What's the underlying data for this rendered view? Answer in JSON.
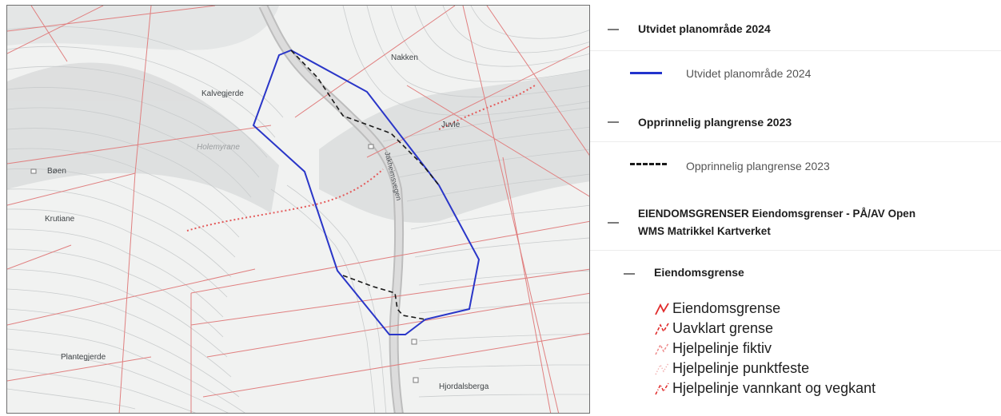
{
  "map": {
    "places": {
      "nakken": "Nakken",
      "kalvegjerde": "Kalvegjerde",
      "juvle": "Juvle",
      "holemyrane": "Holemyrane",
      "boen": "Bøen",
      "krutiane": "Krutiane",
      "plantegjerde": "Plantegjerde",
      "hjordalsberga": "Hjordalsberga"
    },
    "road_label": "Jakheimsvegen",
    "colors": {
      "background": "#f1f2f1",
      "property_lines": "#e48a8a",
      "contours": "#cfd1d2",
      "road": "#c8c8c8",
      "plan_2024": "#2a36c8",
      "plan_2023": "#1a1a1a",
      "hillshade": "#d9dbdb"
    }
  },
  "legend": {
    "group_2024": "Utvidet planområde 2024",
    "item_2024": "Utvidet planområde 2024",
    "group_2023": "Opprinnelig plangrense 2023",
    "item_2023": "Opprinnelig plangrense 2023",
    "group_eiendom_line1": "EIENDOMSGRENSER Eiendomsgrenser - PÅ/AV Open",
    "group_eiendom_line2": "WMS Matrikkel Kartverket",
    "subgroup": "Eiendomsgrense",
    "categories": [
      "Eiendomsgrense",
      "Uavklart grense",
      "Hjelpelinje fiktiv",
      "Hjelpelinje punktfeste",
      "Hjelpelinje vannkant og vegkant"
    ],
    "colors": {
      "line_2024": "#2233cc",
      "line_2023": "#1a1a1a",
      "collapse_dash": "#7a7a7a",
      "cat_red": "#e02a2a"
    }
  }
}
